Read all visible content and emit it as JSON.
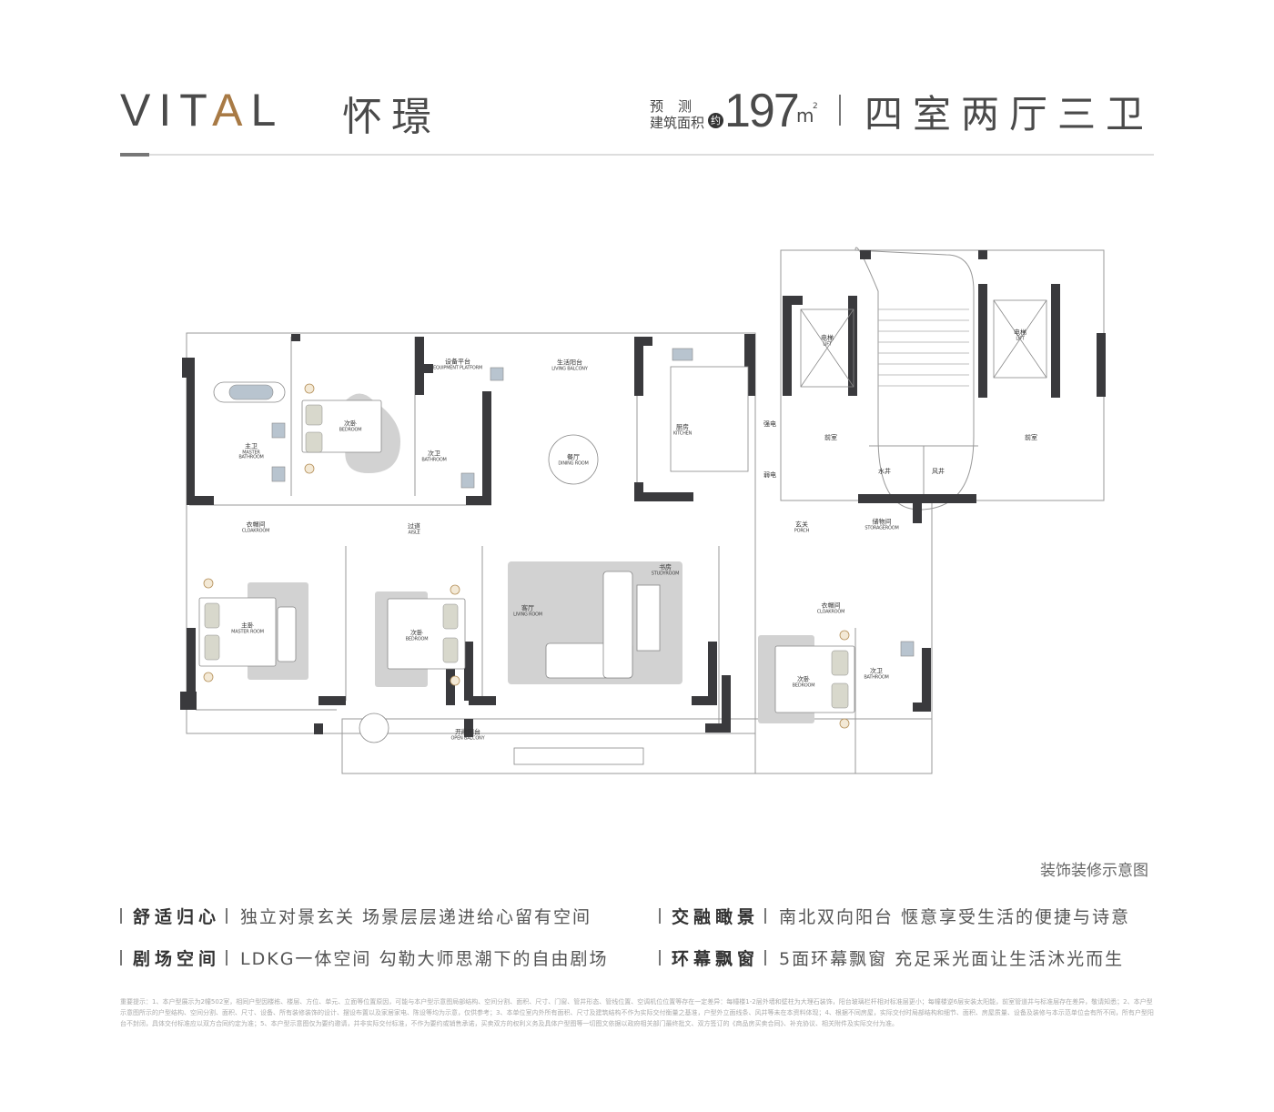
{
  "header": {
    "brand_prefix": "VIT",
    "brand_accent": "A",
    "brand_suffix": "L",
    "project_name": "怀璟",
    "area_label_top": "预测",
    "area_label_bottom": "建筑面积",
    "area_approx": "约",
    "area_value": "197",
    "area_unit": "m",
    "area_unit_sup": "2",
    "layout_type": "四室两厅三卫"
  },
  "colors": {
    "accent": "#a87a45",
    "wall": "#3a3a3d",
    "rug": "#d2d2d2",
    "fixture": "#b8c4cf"
  },
  "rooms": [
    {
      "cn": "设备平台",
      "en": "EQUIPMENT PLATFORM"
    },
    {
      "cn": "生活阳台",
      "en": "LIVING BALCONY"
    },
    {
      "cn": "主卫",
      "en": "MASTER BATHROOM"
    },
    {
      "cn": "次卧",
      "en": "BEDROOM"
    },
    {
      "cn": "次卫",
      "en": "BATHROOM"
    },
    {
      "cn": "餐厅",
      "en": "DINING ROOM"
    },
    {
      "cn": "厨房",
      "en": "KITCHEN"
    },
    {
      "cn": "电梯",
      "en": "LIFT"
    },
    {
      "cn": "电梯",
      "en": "LIFT"
    },
    {
      "cn": "强电",
      "en": ""
    },
    {
      "cn": "弱电",
      "en": ""
    },
    {
      "cn": "前室",
      "en": ""
    },
    {
      "cn": "前室",
      "en": ""
    },
    {
      "cn": "水井",
      "en": ""
    },
    {
      "cn": "风井",
      "en": ""
    },
    {
      "cn": "衣帽间",
      "en": "CLOAKROOM"
    },
    {
      "cn": "过道",
      "en": "AISLE"
    },
    {
      "cn": "玄关",
      "en": "PORCH"
    },
    {
      "cn": "储物间",
      "en": "STORAGEROOM"
    },
    {
      "cn": "书房",
      "en": "STUDYROOM"
    },
    {
      "cn": "客厅",
      "en": "LIVING ROOM"
    },
    {
      "cn": "主卧",
      "en": "MASTER ROOM"
    },
    {
      "cn": "次卧",
      "en": "BEDROOM"
    },
    {
      "cn": "衣帽间",
      "en": "CLOAKROOM"
    },
    {
      "cn": "次卧",
      "en": "BEDROOM"
    },
    {
      "cn": "次卫",
      "en": "BATHROOM"
    },
    {
      "cn": "开敞阳台",
      "en": "OPEN BALCONY"
    }
  ],
  "caption": "装饰装修示意图",
  "features": [
    {
      "title": "舒适归心",
      "desc": "独立对景玄关 场景层层递进给心留有空间"
    },
    {
      "title": "交融瞰景",
      "desc": "南北双向阳台 惬意享受生活的便捷与诗意"
    },
    {
      "title": "剧场空间",
      "desc": "LDKG一体空间 勾勒大师思潮下的自由剧场"
    },
    {
      "title": "环幕飘窗",
      "desc": "5面环幕飘窗 充足采光面让生活沐光而生"
    }
  ],
  "disclaimer": "重要提示：1、本户型展示为2幢502室，相同户型因楼栋、楼层、方位、单元、立面等位置原因，可能与本户型示意图局部结构、空间分割、面积、尺寸、门窗、管井形态、管线位置、空调机位位置等存在一定差异：每幢楼1-2层外墙和壁柱为大理石装饰，阳台玻璃栏杆相对标准层更小；每幢楼逆6层安装太阳能，前室管道井与标准层存在差异，敬请知悉；2、本户型示意图所示的户型结构、空间分割、面积、尺寸、设备、所有装修装饰的设计、摆设布置以及家居家电、陈设等均为示意，仅供参考；3、本单位室内外所有面积、尺寸及建筑结构不作为实际交付衡量之基准，户型外立面线条、风井等未在本资料体现；4、根据不同房屋，实际交付时局部结构和细节、面积、房屋质量、设备及装修与本示范单位会有所不同，所有户型阳台不封闭，具体交付标准应以双方合同约定为准；5、本户型示意图仅为要约邀请，并非实际交付标准，不作为要约或销售承诺，买卖双方的权利义务及具体户型图等一切图文依据以政府相关部门最终批文、双方签订的《商品房买卖合同》、补充协议、相关附件及实际交付为准。"
}
